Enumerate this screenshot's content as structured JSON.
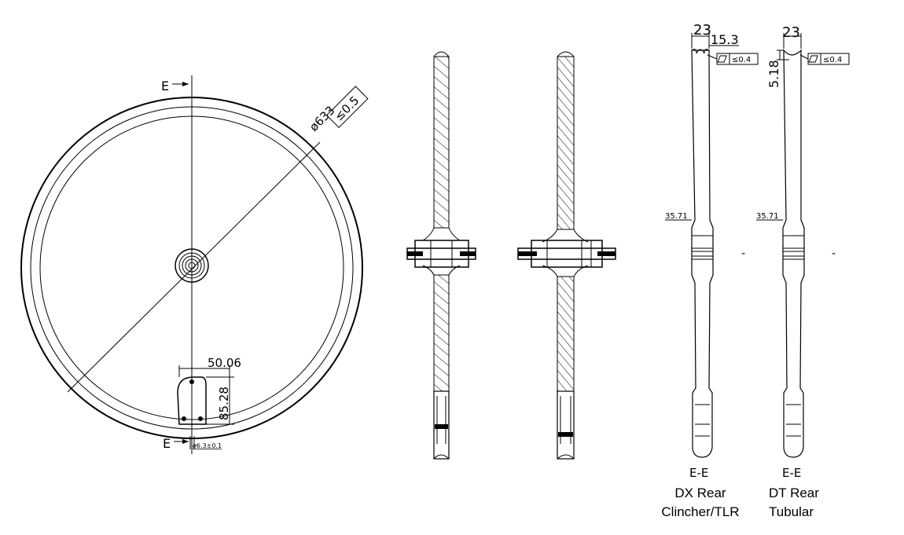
{
  "wheel_view": {
    "section_mark_top": "E",
    "section_mark_bottom": "E",
    "diameter": "ø633",
    "runout_tolerance": "≤0.5",
    "cutout_width": "50.06",
    "cutout_height": "85.28",
    "valve_hole": "ø6.3±0.1"
  },
  "dx_section": {
    "rim_width": "23",
    "inner_width": "15.3",
    "flatness_tolerance": "≤0.4",
    "hub_diameter": "35.71",
    "section_label": "E-E",
    "caption_line1": "DX Rear",
    "caption_line2": "Clincher/TLR",
    "side_mark": "-"
  },
  "dt_section": {
    "rim_width": "23",
    "bed_depth": "5.18",
    "flatness_tolerance": "≤0.4",
    "hub_diameter": "35.71",
    "section_label": "E-E",
    "caption_line1": "DT Rear",
    "caption_line2": "Tubular",
    "side_mark": "-"
  }
}
